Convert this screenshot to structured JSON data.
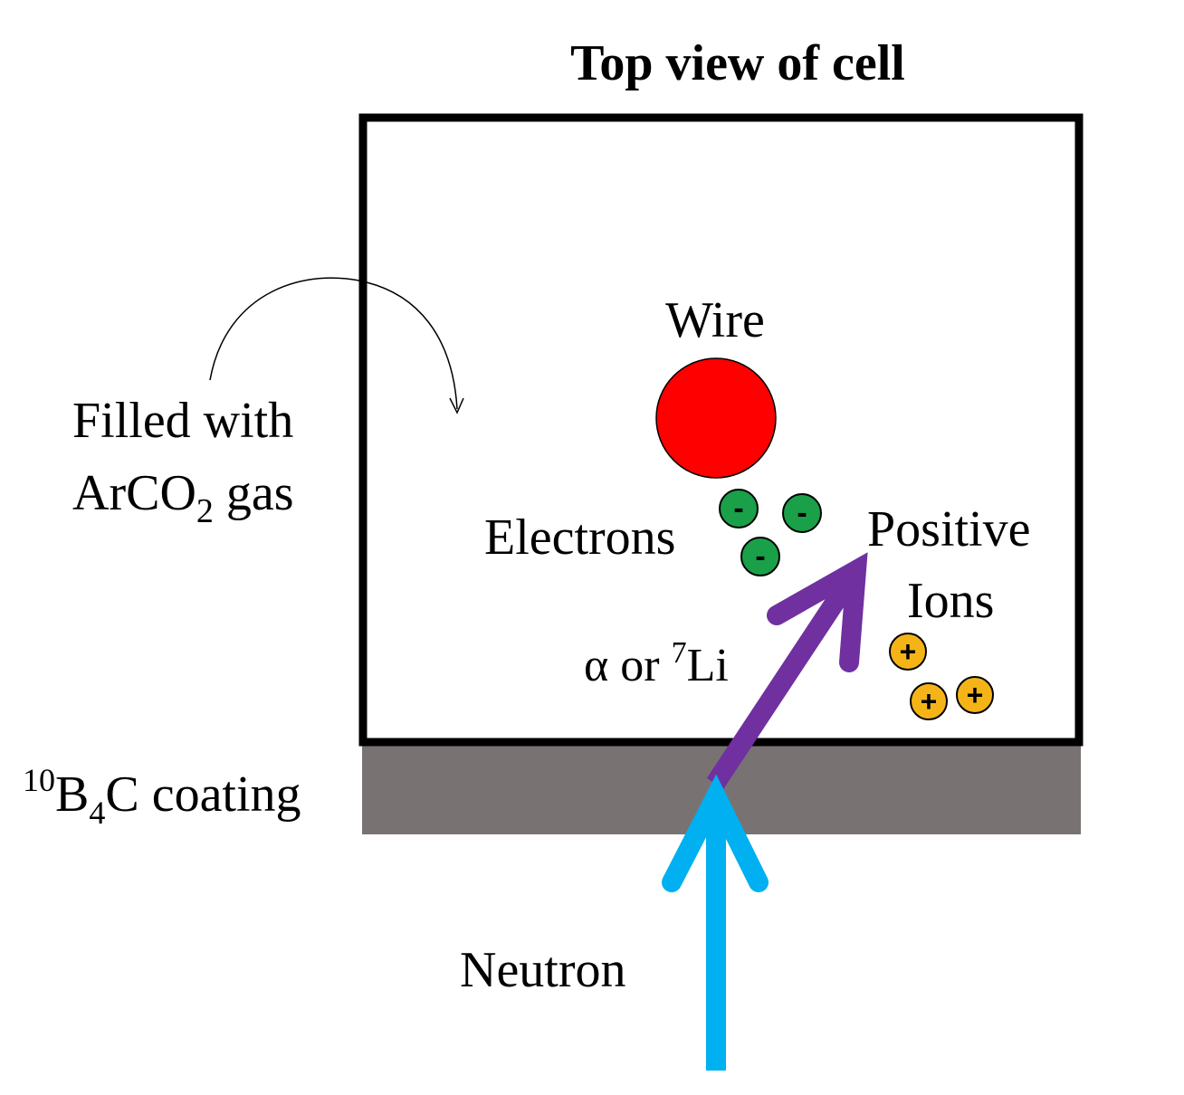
{
  "title": "Top view of cell",
  "labels": {
    "filled_line1": "Filled with",
    "filled_line2_prefix": "ArCO",
    "filled_line2_sub": "2",
    "filled_line2_suffix": " gas",
    "wire": "Wire",
    "electrons": "Electrons",
    "positive": "Positive",
    "ions": "Ions",
    "particle_prefix": "α or ",
    "particle_sup": "7",
    "particle_suffix": "Li",
    "coating_sup": "10",
    "coating_b": "B",
    "coating_sub": "4",
    "coating_suffix": "C coating",
    "neutron": "Neutron"
  },
  "charges": {
    "electron_symbol": "-",
    "ion_symbol": "+"
  },
  "colors": {
    "cell_border": "#000000",
    "coating": "#787372",
    "wire": "#ff0000",
    "electron": "#1aa048",
    "ion": "#f4b418",
    "alpha_arrow": "#7030a0",
    "neutron_arrow": "#00b0f0"
  }
}
